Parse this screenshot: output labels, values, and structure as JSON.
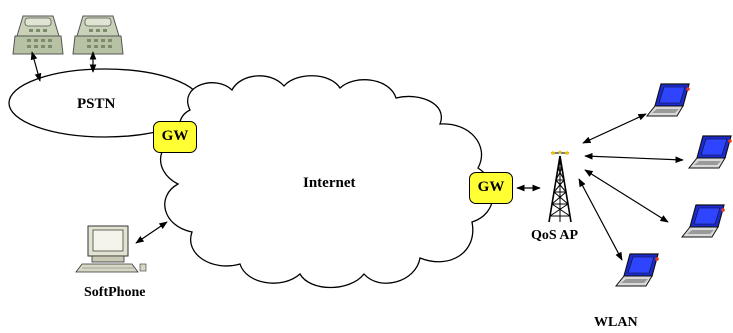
{
  "labels": {
    "pstn": "PSTN",
    "internet": "Internet",
    "gateway_left": "GW",
    "gateway_right": "GW",
    "access_point": "QoS AP",
    "softphone": "SoftPhone",
    "wlan": "WLAN"
  },
  "colors": {
    "gateway_fill": "#ffff33",
    "phone_body": "#c9d2b8",
    "laptop_screen": "#1a2bd6",
    "line": "#000000"
  },
  "icons": [
    "telephone-icon",
    "telephone-icon",
    "desktop-computer-icon",
    "antenna-tower-icon",
    "laptop-icon",
    "laptop-icon",
    "laptop-icon",
    "laptop-icon",
    "laptop-icon"
  ]
}
